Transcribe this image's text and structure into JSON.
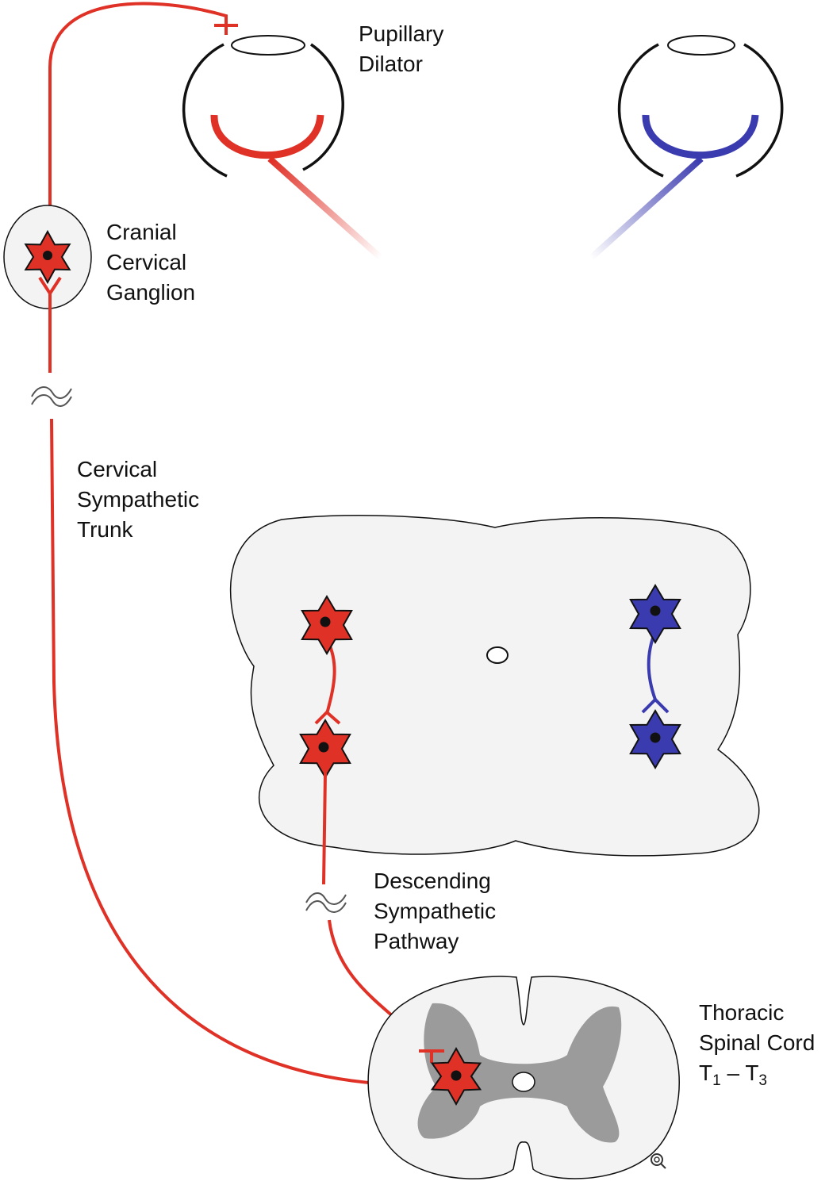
{
  "labels": {
    "pupillary_dilator": [
      "Pupillary",
      "Dilator"
    ],
    "cranial_cervical_ganglion": [
      "Cranial",
      "Cervical",
      "Ganglion"
    ],
    "cervical_sympathetic_trunk": [
      "Cervical",
      "Sympathetic",
      "Trunk"
    ],
    "descending_sympathetic_pathway": [
      "Descending",
      "Sympathetic",
      "Pathway"
    ],
    "thoracic_spinal_cord": {
      "line1": "Thoracic",
      "line2": "Spinal Cord",
      "range": {
        "t_start": "T",
        "t_start_sub": "1",
        "dash": " – ",
        "t_end": "T",
        "t_end_sub": "3"
      }
    }
  },
  "colors": {
    "sympathetic": "#e03127",
    "contralateral": "#3b3bb0",
    "outline": "#111111",
    "cord_fill": "#f3f3f3",
    "gray_matter": "#9b9b9b"
  }
}
